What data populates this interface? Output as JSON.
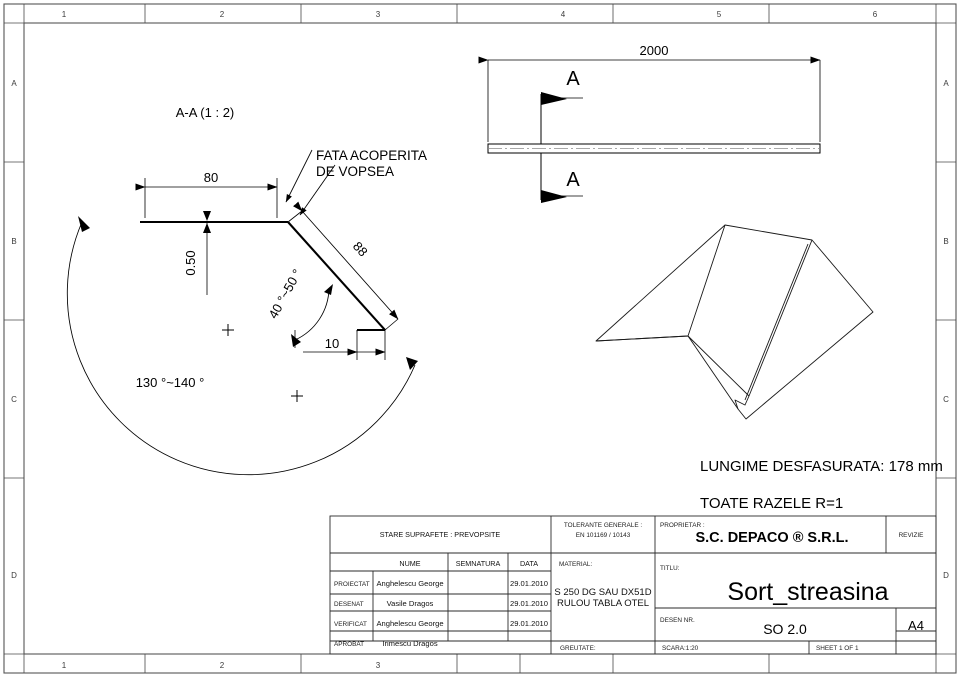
{
  "sheet": {
    "format": "A4",
    "zones_top": [
      "1",
      "2",
      "3",
      "4",
      "5",
      "6"
    ],
    "zones_bottom": [
      "1",
      "2",
      "3"
    ],
    "zones_left": [
      "A",
      "B",
      "C",
      "D"
    ],
    "zones_right": [
      "A",
      "B",
      "C",
      "D"
    ]
  },
  "views": {
    "section": {
      "label": "A-A (1 : 2)",
      "dimensions": {
        "flange_width": "80",
        "thickness": "0.50",
        "web_length": "88",
        "lip_length": "10",
        "web_angle": "40 °~50 °",
        "open_angle": "130 °~140 °"
      },
      "note_line1": "FATA ACOPERITA",
      "note_line2": "DE VOPSEA"
    },
    "top": {
      "length": "2000",
      "section_letter_top": "A",
      "section_letter_bottom": "A"
    },
    "iso": {
      "name": "isometric-view"
    }
  },
  "notes": {
    "developed_length": "LUNGIME DESFASURATA: 178 mm",
    "radii": "TOATE RAZELE R=1"
  },
  "title_block": {
    "surface_state": "STARE SUPRAFETE : PREVOPSITE",
    "tolerances_label": "TOLERANTE GENERALE :",
    "tolerances_value": "EN 101169 / 10143",
    "owner_label": "PROPRIETAR :",
    "owner_value": "S.C. DEPACO ®  S.R.L.",
    "revision_label": "REVIZIE",
    "material_label": "MATERIAL:",
    "material_line1": "S 250 DG SAU DX51D",
    "material_line2": "RULOU TABLA OTEL",
    "title_label": "TITLU:",
    "title_value": "Sort_streasina",
    "drawing_no_label": "DESEN NR.",
    "drawing_no_value": "SO 2.0",
    "format_value": "A4",
    "weight_label": "GREUTATE:",
    "scale_value": "SCARA:1:20",
    "sheet_value": "SHEET 1 OF 1",
    "columns": [
      "NUME",
      "SEMNATURA",
      "DATA"
    ],
    "rows": [
      {
        "role": "PROIECTAT",
        "name": "Anghelescu George",
        "signature": "",
        "date": "29.01.2010"
      },
      {
        "role": "DESENAT",
        "name": "Vasile Dragos",
        "signature": "",
        "date": "29.01.2010"
      },
      {
        "role": "VERIFICAT",
        "name": "Anghelescu George",
        "signature": "",
        "date": "29.01.2010"
      },
      {
        "role": "APROBAT",
        "name": "Irimescu Dragos",
        "signature": "",
        "date": ""
      }
    ]
  }
}
